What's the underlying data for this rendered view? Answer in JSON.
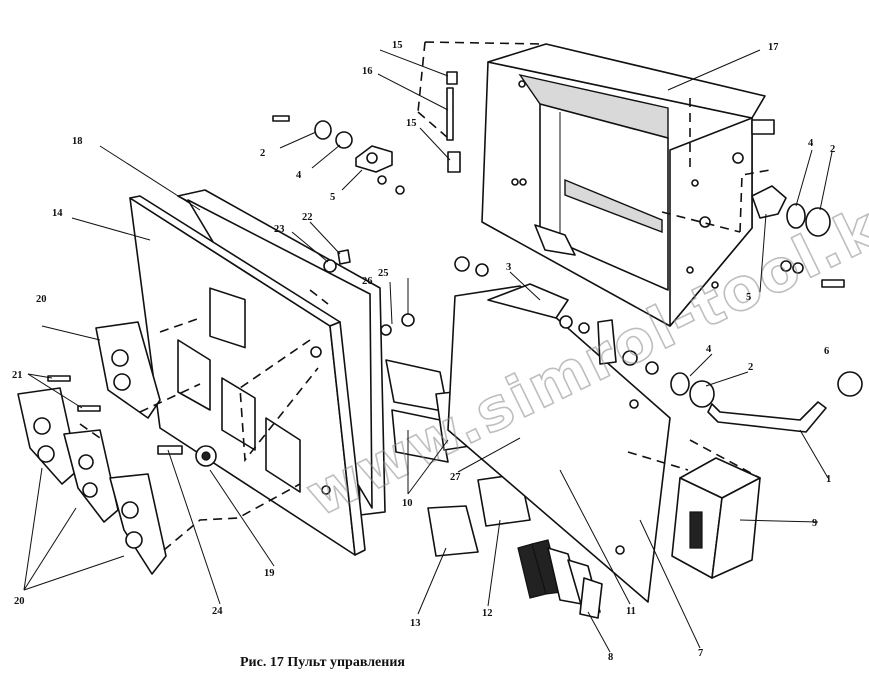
{
  "figure": {
    "caption": "Рис. 17  Пульт управления",
    "watermark": "www.simrol-tool.kz"
  },
  "callouts": [
    {
      "id": "c1",
      "label": "1"
    },
    {
      "id": "c2a",
      "label": "2"
    },
    {
      "id": "c2b",
      "label": "2"
    },
    {
      "id": "c2c",
      "label": "2"
    },
    {
      "id": "c3",
      "label": "3"
    },
    {
      "id": "c4a",
      "label": "4"
    },
    {
      "id": "c4b",
      "label": "4"
    },
    {
      "id": "c4c",
      "label": "4"
    },
    {
      "id": "c5a",
      "label": "5"
    },
    {
      "id": "c5b",
      "label": "5"
    },
    {
      "id": "c6",
      "label": "6"
    },
    {
      "id": "c7",
      "label": "7"
    },
    {
      "id": "c8",
      "label": "8"
    },
    {
      "id": "c9",
      "label": "9"
    },
    {
      "id": "c10",
      "label": "10"
    },
    {
      "id": "c11",
      "label": "11"
    },
    {
      "id": "c12",
      "label": "12"
    },
    {
      "id": "c13",
      "label": "13"
    },
    {
      "id": "c14",
      "label": "14"
    },
    {
      "id": "c15a",
      "label": "15"
    },
    {
      "id": "c15b",
      "label": "15"
    },
    {
      "id": "c16",
      "label": "16"
    },
    {
      "id": "c17",
      "label": "17"
    },
    {
      "id": "c18",
      "label": "18"
    },
    {
      "id": "c19",
      "label": "19"
    },
    {
      "id": "c20a",
      "label": "20"
    },
    {
      "id": "c20b",
      "label": "20"
    },
    {
      "id": "c21",
      "label": "21"
    },
    {
      "id": "c22",
      "label": "22"
    },
    {
      "id": "c23",
      "label": "23"
    },
    {
      "id": "c24",
      "label": "24"
    },
    {
      "id": "c25",
      "label": "25"
    },
    {
      "id": "c26",
      "label": "26"
    },
    {
      "id": "c27",
      "label": "27"
    }
  ]
}
